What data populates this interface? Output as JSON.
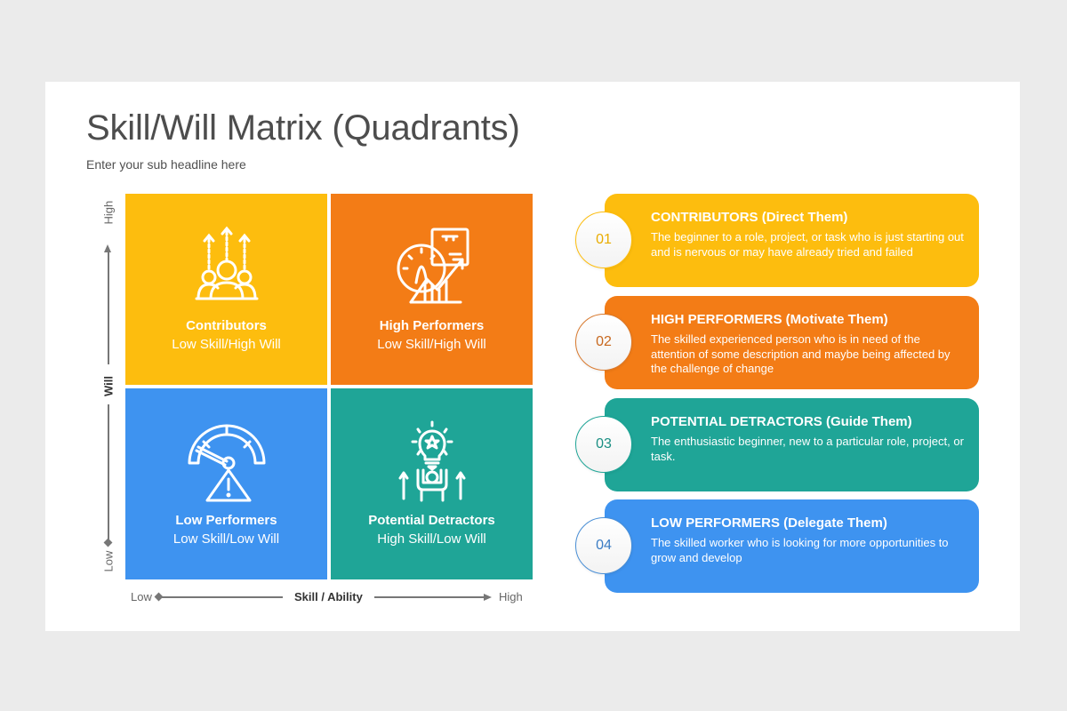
{
  "header": {
    "title": "Skill/Will Matrix (Quadrants)",
    "subtitle": "Enter your sub headline here"
  },
  "colors": {
    "yellow": "#fdbd0e",
    "orange": "#f37c16",
    "teal": "#1fa597",
    "blue": "#3e93f0",
    "title_text": "#4d4d4d",
    "axis": "#777777",
    "background": "#ebebeb"
  },
  "axes": {
    "vertical": {
      "label": "Will",
      "high": "High",
      "low": "Low"
    },
    "horizontal": {
      "label": "Skill / Ability",
      "high": "High",
      "low": "Low"
    }
  },
  "quadrants": [
    {
      "position": "top-left",
      "icon": "team-growth-icon",
      "name": "Contributors",
      "sub": "Low Skill/High Will",
      "color": "#fdbd0e"
    },
    {
      "position": "top-right",
      "icon": "performance-gauge-chart-icon",
      "name": "High Performers",
      "sub": "Low Skill/High Will",
      "color": "#f37c16"
    },
    {
      "position": "bottom-left",
      "icon": "gauge-warning-icon",
      "name": "Low Performers",
      "sub": "Low Skill/Low Will",
      "color": "#3e93f0"
    },
    {
      "position": "bottom-right",
      "icon": "idea-person-icon",
      "name": "Potential Detractors",
      "sub": "High Skill/Low Will",
      "color": "#1fa597"
    }
  ],
  "cards": [
    {
      "number": "01",
      "title": "CONTRIBUTORS (Direct Them)",
      "desc": "The beginner to a role, project, or task who is just starting out and is nervous or may have already tried and failed",
      "color": "#fdbd0e"
    },
    {
      "number": "02",
      "title": "HIGH PERFORMERS (Motivate Them)",
      "desc": "The skilled experienced person who is in need of the attention of some description and maybe being affected by the challenge of change",
      "color": "#f37c16"
    },
    {
      "number": "03",
      "title": "POTENTIAL DETRACTORS (Guide Them)",
      "desc": "The enthusiastic beginner, new to a particular role, project, or task.",
      "color": "#1fa597"
    },
    {
      "number": "04",
      "title": "LOW PERFORMERS (Delegate Them)",
      "desc": "The skilled worker who is looking for more opportunities to grow and develop",
      "color": "#3e93f0"
    }
  ]
}
